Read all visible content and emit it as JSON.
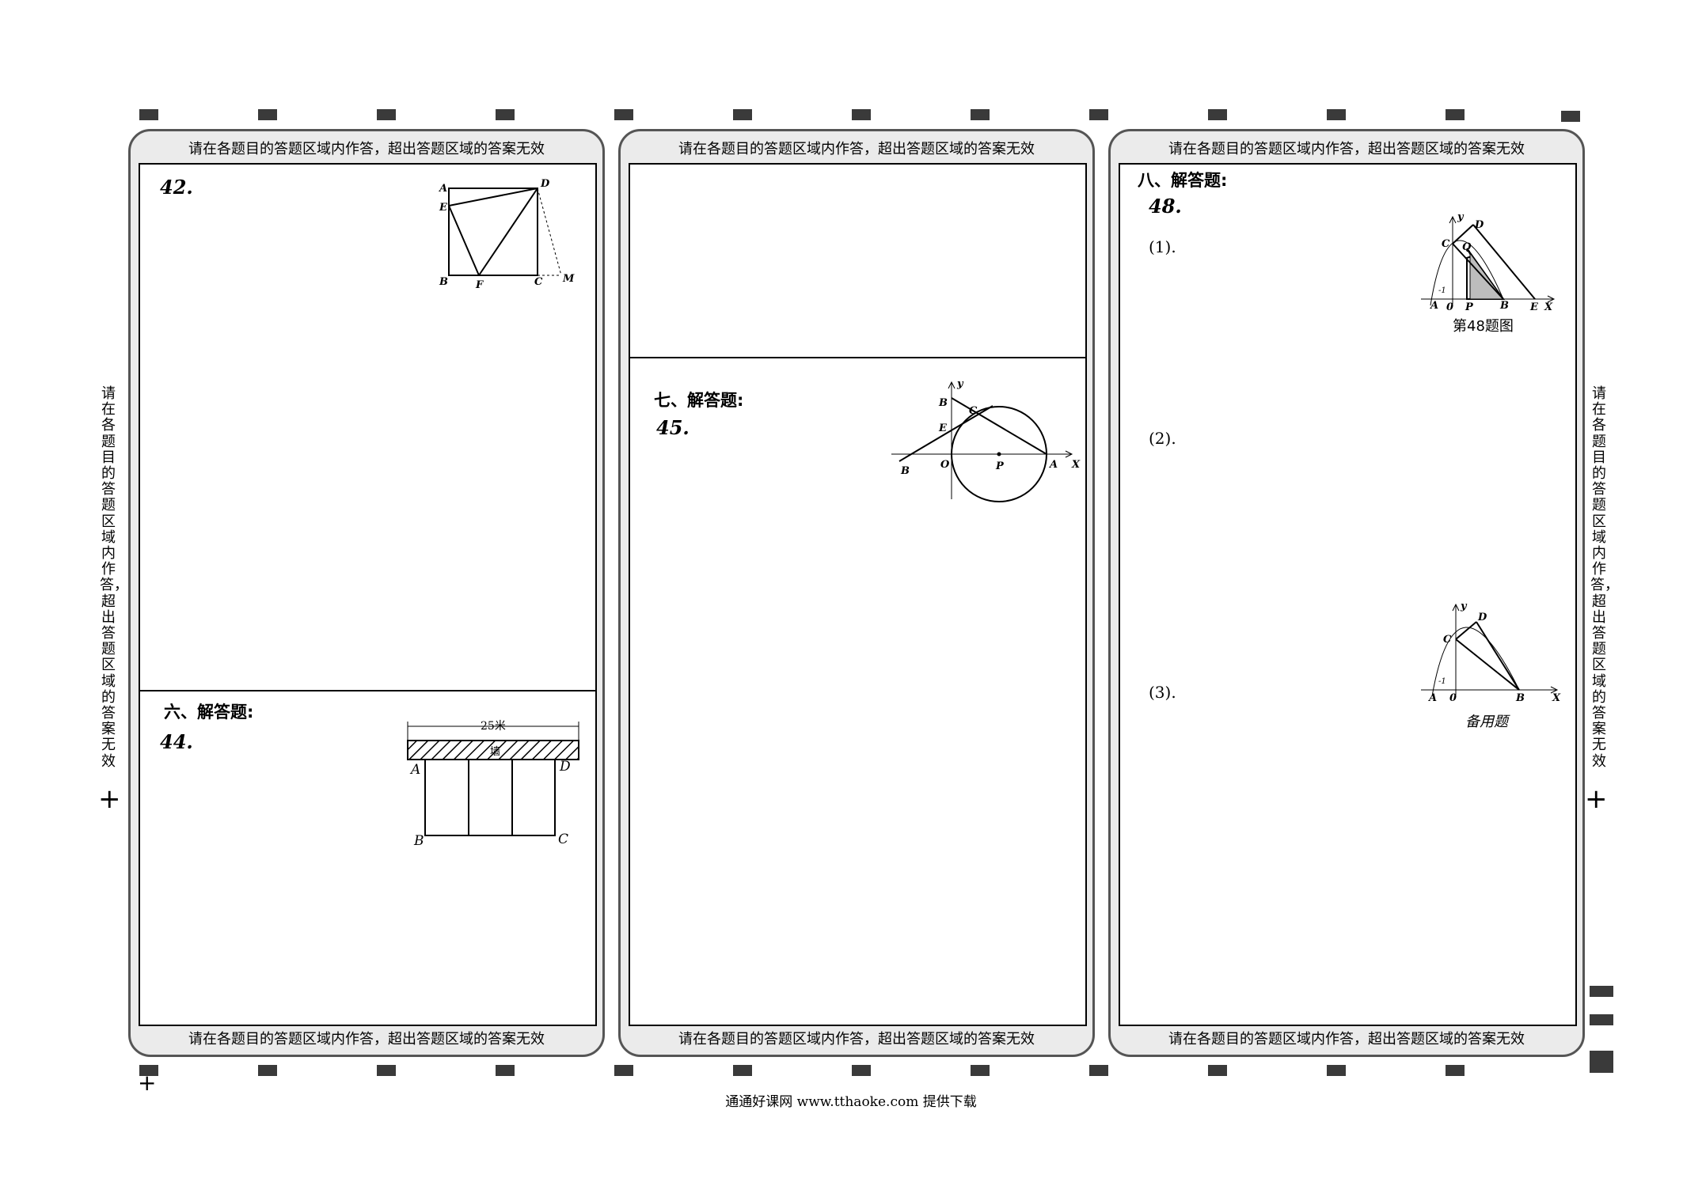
{
  "warning": "请在各题目的答题区域内作答，超出答题区域的答案无效",
  "side_text": "请在各题目的答题区域内作答，超出答题区域的答案无效",
  "footer": "通通好课网  www.tthaoke.com  提供下载",
  "panel1": {
    "q42": "42.",
    "section6": "六、解答题:",
    "q44": "44.",
    "fig42_labels": [
      "A",
      "D",
      "E",
      "B",
      "F",
      "C",
      "M"
    ],
    "fig44": {
      "dimension": "25米",
      "wall": "墙",
      "labels": [
        "A",
        "D",
        "B",
        "C"
      ]
    }
  },
  "panel2": {
    "section7": "七、解答题:",
    "q45": "45.",
    "fig45_labels": [
      "B",
      "y",
      "C",
      "E",
      "B",
      "O",
      "P",
      "A",
      "X"
    ]
  },
  "panel3": {
    "section8": "八、解答题:",
    "q48": "48.",
    "parts": [
      "(1).",
      "(2).",
      "(3)."
    ],
    "fig48_caption": "第48题图",
    "fig48_labels": [
      "y",
      "D",
      "C",
      "Q",
      "-1",
      "A",
      "0",
      "P",
      "B",
      "E",
      "X"
    ],
    "spare_caption": "备用题",
    "spare_labels": [
      "y",
      "D",
      "C",
      "-1",
      "A",
      "0",
      "B",
      "X"
    ]
  },
  "colors": {
    "panel_bg": "#ebebeb",
    "mark": "#3a3a3a",
    "border": "#555555"
  }
}
